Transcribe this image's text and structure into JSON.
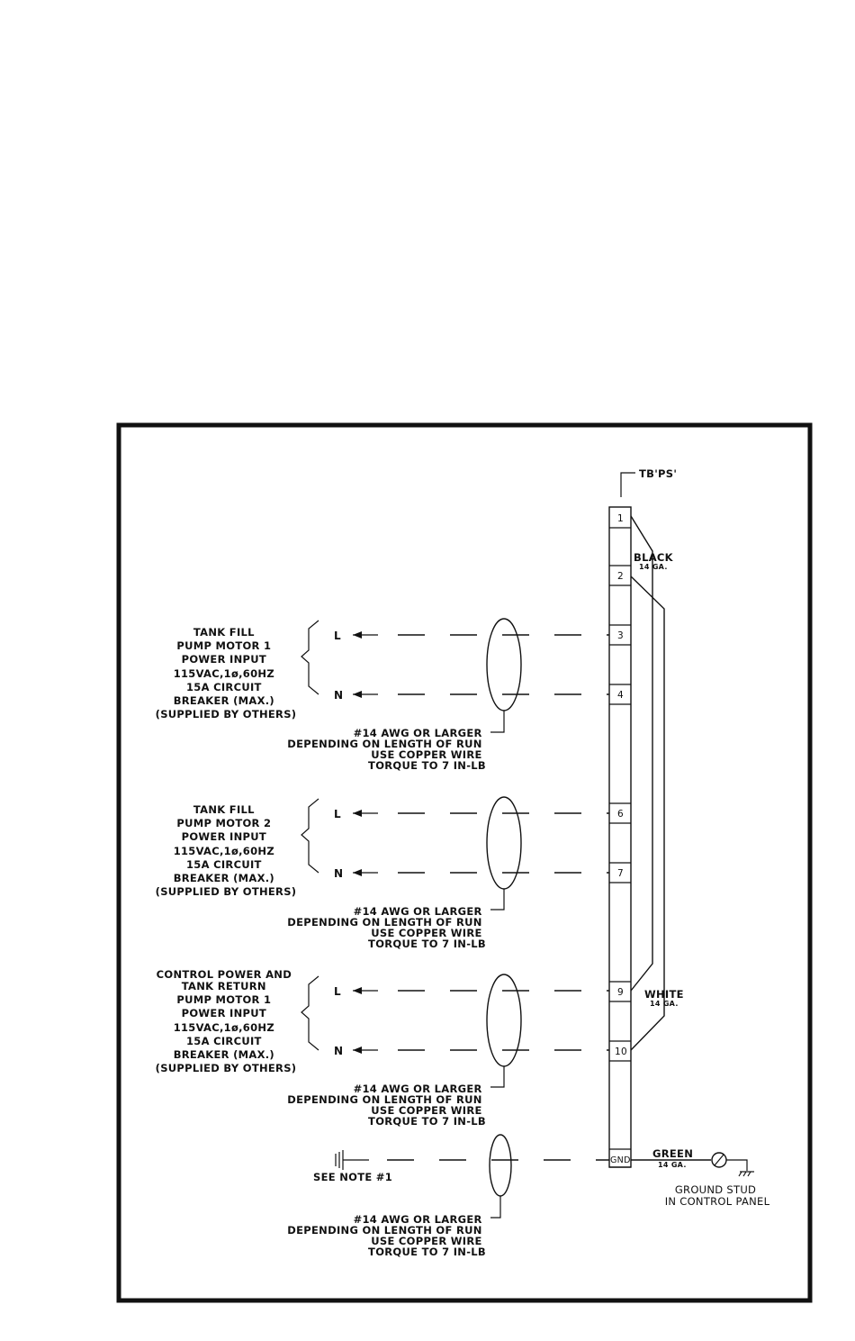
{
  "terminal_block": {
    "name": "TB'PS'",
    "terminals": [
      "1",
      "2",
      "3",
      "4",
      "6",
      "7",
      "9",
      "10",
      "GND"
    ]
  },
  "jumpers": {
    "black": {
      "color_label": "BLACK",
      "gauge": "14 GA."
    },
    "white": {
      "color_label": "WHITE",
      "gauge": "14 GA."
    },
    "green": {
      "color_label": "GREEN",
      "gauge": "14 GA."
    }
  },
  "circuits": [
    {
      "label_lines": [
        "TANK FILL",
        "PUMP MOTOR 1",
        "POWER INPUT",
        "115VAC,1ø,60HZ",
        "15A CIRCUIT",
        "BREAKER (MAX.)",
        "(SUPPLIED BY OTHERS)"
      ],
      "line": "L",
      "neutral": "N",
      "terminal_l": "3",
      "terminal_n": "4"
    },
    {
      "label_lines": [
        "TANK FILL",
        "PUMP MOTOR 2",
        "POWER INPUT",
        "115VAC,1ø,60HZ",
        "15A CIRCUIT",
        "BREAKER (MAX.)",
        "(SUPPLIED BY OTHERS)"
      ],
      "line": "L",
      "neutral": "N",
      "terminal_l": "6",
      "terminal_n": "7"
    },
    {
      "label_lines": [
        "CONTROL POWER AND",
        "TANK RETURN",
        "PUMP MOTOR 1",
        "POWER INPUT",
        "115VAC,1ø,60HZ",
        "15A CIRCUIT",
        "BREAKER (MAX.)",
        "(SUPPLIED BY OTHERS)"
      ],
      "line": "L",
      "neutral": "N",
      "terminal_l": "9",
      "terminal_n": "10"
    }
  ],
  "wire_note": [
    "#14 AWG OR LARGER",
    "DEPENDING ON LENGTH OF RUN",
    "USE COPPER WIRE",
    "TORQUE TO 7 IN-LB"
  ],
  "ground": {
    "see_note": "SEE NOTE #1",
    "stud_lines": [
      "GROUND STUD",
      "IN CONTROL PANEL"
    ]
  }
}
